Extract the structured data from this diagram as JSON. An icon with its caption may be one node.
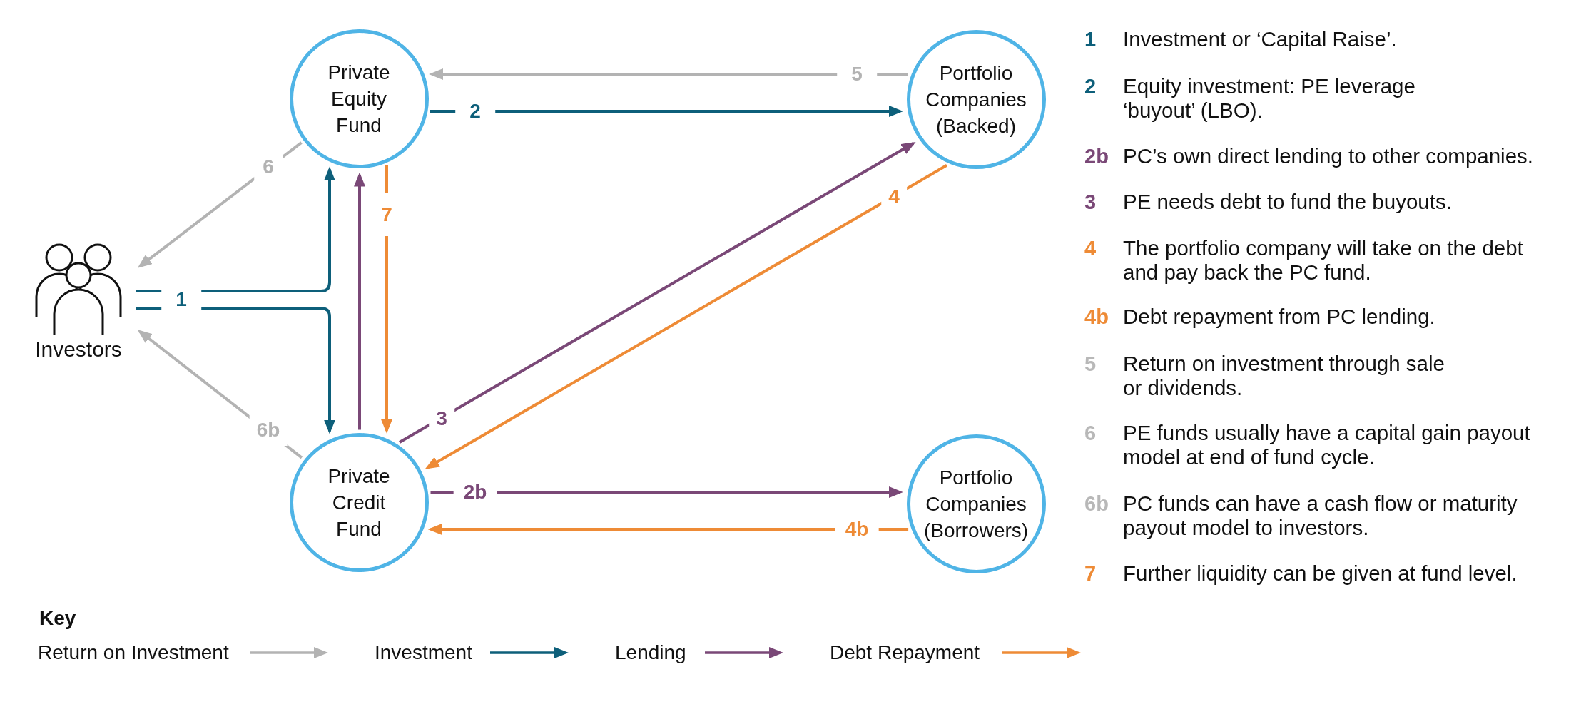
{
  "diagram": {
    "nodes": [
      {
        "text": [
          "Investors"
        ]
      },
      {
        "text": [
          "Private Equity Fund"
        ]
      },
      {
        "text": [
          "Portfolio Companies (Backed)"
        ]
      },
      {
        "text": [
          "Private Credit Fund"
        ]
      },
      {
        "text": [
          "Portfolio Companies (Borrowers)"
        ]
      }
    ],
    "edges": [
      {
        "from": 0,
        "to": 1,
        "arrow": "to",
        "label": "1",
        "color": "#0d5f7a"
      },
      {
        "from": 0,
        "to": 3,
        "arrow": "to",
        "color": "#0d5f7a"
      },
      {
        "from": 1,
        "to": 2,
        "arrow": "to",
        "label": "2",
        "color": "#0d5f7a"
      },
      {
        "from": 2,
        "to": 1,
        "arrow": "to",
        "label": "5",
        "color": "#b3b3b3"
      },
      {
        "from": 1,
        "to": 0,
        "arrow": "to",
        "label": "6",
        "color": "#b3b3b3"
      },
      {
        "from": 3,
        "to": 0,
        "arrow": "to",
        "label": "6b",
        "color": "#b3b3b3"
      },
      {
        "from": 1,
        "to": 3,
        "arrow": "to",
        "label": "7",
        "color": "#ee8b36"
      },
      {
        "from": 3,
        "to": 1,
        "arrow": "to",
        "color": "#7a4877"
      },
      {
        "from": 3,
        "to": 2,
        "arrow": "to",
        "label": "3",
        "color": "#7a4877"
      },
      {
        "from": 2,
        "to": 3,
        "arrow": "to",
        "label": "4",
        "color": "#ee8b36"
      },
      {
        "from": 3,
        "to": 4,
        "arrow": "to",
        "label": "2b",
        "color": "#7a4877"
      },
      {
        "from": 4,
        "to": 3,
        "arrow": "to",
        "label": "4b",
        "color": "#ee8b36"
      }
    ],
    "labels": [
      "1",
      "Investment or ‘Capital Raise’.",
      "2",
      "Equity investment: PE leverage ‘buyout’ (LBO).",
      "2b",
      "PC’s own direct lending to other companies.",
      "3",
      "PE needs debt to fund the buyouts.",
      "4",
      "The portfolio company will take on the debt and pay back the PC fund.",
      "4b",
      "Debt repayment from PC lending.",
      "5",
      "Return on investment through sale or dividends.",
      "6",
      "PE funds usually have a capital gain payout model at end of fund cycle.",
      "6b",
      "PC funds can have a cash flow or maturity payout model to investors.",
      "7",
      "Further liquidity can be given at fund level.",
      "Key"
    ],
    "legend": [
      {
        "text": "Return on Investment",
        "color": "#b3b3b3"
      },
      {
        "text": "Investment",
        "color": "#0d5f7a"
      },
      {
        "text": "Lending",
        "color": "#7a4877"
      },
      {
        "text": "Debt Repayment",
        "color": "#ee8b36"
      }
    ]
  }
}
